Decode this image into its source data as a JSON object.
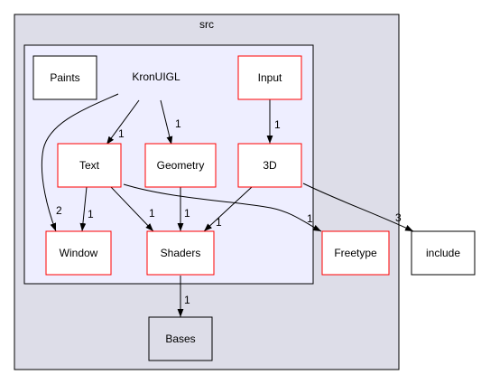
{
  "outer_cluster": {
    "label": "src",
    "fill": "#dddde8",
    "stroke": "#000000"
  },
  "inner_cluster": {
    "label": "KronUIGL",
    "fill": "#eeeeff",
    "stroke": "#000000"
  },
  "nodes": {
    "paints": {
      "label": "Paints",
      "border": "#000000",
      "fill": "#ffffff"
    },
    "input": {
      "label": "Input",
      "border": "#ff0000",
      "fill": "#ffffff"
    },
    "text": {
      "label": "Text",
      "border": "#ff0000",
      "fill": "#ffffff"
    },
    "geometry": {
      "label": "Geometry",
      "border": "#ff0000",
      "fill": "#ffffff"
    },
    "d3": {
      "label": "3D",
      "border": "#ff0000",
      "fill": "#ffffff"
    },
    "window": {
      "label": "Window",
      "border": "#ff0000",
      "fill": "#ffffff"
    },
    "shaders": {
      "label": "Shaders",
      "border": "#ff0000",
      "fill": "#ffffff"
    },
    "freetype": {
      "label": "Freetype",
      "border": "#ff0000",
      "fill": "#ffffff"
    },
    "include": {
      "label": "include",
      "border": "#000000",
      "fill": "#ffffff"
    },
    "bases": {
      "label": "Bases",
      "border": "#000000",
      "fill": "#dddde8"
    }
  },
  "edges": {
    "kron_window": {
      "from": "KronUIGL",
      "to": "Window",
      "count": "2"
    },
    "kron_text": {
      "from": "KronUIGL",
      "to": "Text",
      "count": "1"
    },
    "kron_geometry": {
      "from": "KronUIGL",
      "to": "Geometry",
      "count": "1"
    },
    "input_3d": {
      "from": "Input",
      "to": "3D",
      "count": "1"
    },
    "text_window": {
      "from": "Text",
      "to": "Window",
      "count": "1"
    },
    "text_shaders": {
      "from": "Text",
      "to": "Shaders",
      "count": "1"
    },
    "text_freetype": {
      "from": "Text",
      "to": "Freetype",
      "count": "1"
    },
    "geometry_shaders": {
      "from": "Geometry",
      "to": "Shaders",
      "count": "1"
    },
    "d3_shaders": {
      "from": "3D",
      "to": "Shaders",
      "count": "1"
    },
    "d3_include": {
      "from": "3D",
      "to": "include",
      "count": "3"
    },
    "shaders_bases": {
      "from": "Shaders",
      "to": "Bases",
      "count": "1"
    }
  },
  "colors": {
    "edge": "#000000"
  }
}
